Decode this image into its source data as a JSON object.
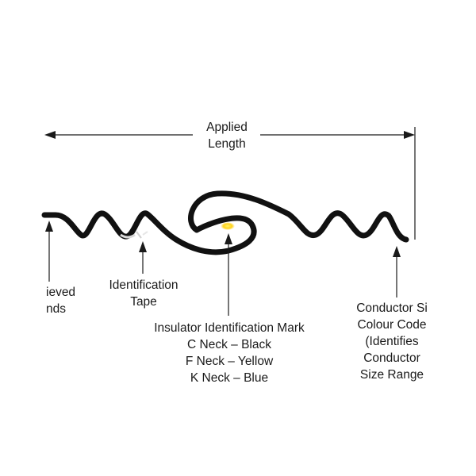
{
  "applied_length": {
    "line1": "Applied",
    "line2": "Length"
  },
  "left_label": {
    "line1": "ieved",
    "line2": "nds"
  },
  "identification_tape": {
    "line1": "Identification",
    "line2": "Tape"
  },
  "insulator_mark": {
    "line1": "Insulator Identification Mark",
    "line2": "C Neck – Black",
    "line3": "F Neck – Yellow",
    "line4": "K Neck – Blue"
  },
  "conductor_code": {
    "line1": "Conductor Si",
    "line2": "Colour Code",
    "line3": "(Identifies",
    "line4": "Conductor",
    "line5": "Size Range"
  },
  "colors": {
    "rod": "#111111",
    "tape": "#d8d8d8",
    "insulator_mark": "#ffd21a",
    "conductor_code": "#e01822"
  }
}
